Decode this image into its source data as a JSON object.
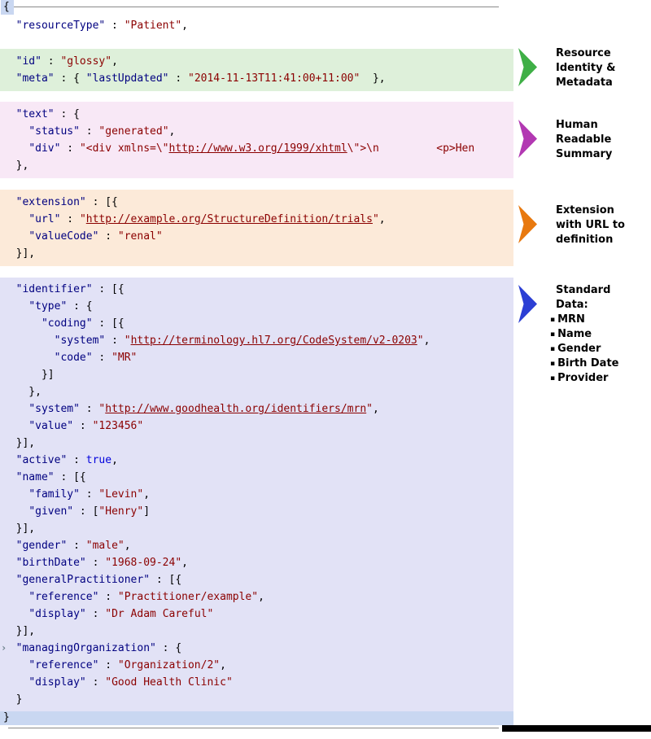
{
  "colors": {
    "json_key": "#000080",
    "json_string": "#8b0000",
    "json_punct": "#000000",
    "json_keyword": "#0000dd",
    "highlight_identity": "#def0da",
    "highlight_narrative": "#f8e8f6",
    "highlight_extension": "#fcead9",
    "highlight_standard": "#e2e2f6",
    "brace_highlight": "#c9d7f1",
    "arrow_identity": "#3faf46",
    "arrow_narrative": "#b238b2",
    "arrow_extension": "#e8790f",
    "arrow_standard": "#2c3fd4"
  },
  "icons": {
    "link_marker": "›",
    "bullet": "▪"
  },
  "code": {
    "open_brace": "{",
    "close_brace": "}",
    "sections": [
      {
        "name": "root",
        "bg": null,
        "lines": [
          {
            "t": [
              [
                "p",
                "  "
              ],
              [
                "k",
                "\"resourceType\""
              ],
              [
                "p",
                " : "
              ],
              [
                "v",
                "\"Patient\""
              ],
              [
                "p",
                ","
              ]
            ]
          }
        ]
      },
      {
        "name": "identity",
        "bg": "highlight_identity",
        "lines": [
          {
            "t": [
              [
                "p",
                "  "
              ],
              [
                "k",
                "\"id\""
              ],
              [
                "p",
                " : "
              ],
              [
                "v",
                "\"glossy\""
              ],
              [
                "p",
                ","
              ]
            ]
          },
          {
            "t": [
              [
                "p",
                "  "
              ],
              [
                "k",
                "\"meta\""
              ],
              [
                "p",
                " : { "
              ],
              [
                "k",
                "\"lastUpdated\""
              ],
              [
                "p",
                " : "
              ],
              [
                "v",
                "\"2014-11-13T11:41:00+11:00\""
              ],
              [
                "p",
                "  },"
              ]
            ]
          }
        ]
      },
      {
        "name": "narrative",
        "bg": "highlight_narrative",
        "lines": [
          {
            "t": [
              [
                "p",
                "  "
              ],
              [
                "k",
                "\"text\""
              ],
              [
                "p",
                " : {"
              ]
            ]
          },
          {
            "t": [
              [
                "p",
                "    "
              ],
              [
                "k",
                "\"status\""
              ],
              [
                "p",
                " : "
              ],
              [
                "v",
                "\"generated\""
              ],
              [
                "p",
                ","
              ]
            ]
          },
          {
            "t": [
              [
                "p",
                "    "
              ],
              [
                "k",
                "\"div\""
              ],
              [
                "p",
                " : "
              ],
              [
                "v",
                "\"<div xmlns=\\\""
              ],
              [
                "u",
                "http://www.w3.org/1999/xhtml"
              ],
              [
                "v",
                "\\\">\\n         <p>Hen"
              ]
            ]
          },
          {
            "t": [
              [
                "p",
                "  },"
              ]
            ]
          }
        ]
      },
      {
        "name": "extension",
        "bg": "highlight_extension",
        "lines": [
          {
            "t": [
              [
                "p",
                "  "
              ],
              [
                "k",
                "\"extension\""
              ],
              [
                "p",
                " : [{"
              ]
            ]
          },
          {
            "t": [
              [
                "p",
                "    "
              ],
              [
                "k",
                "\"url\""
              ],
              [
                "p",
                " : "
              ],
              [
                "v",
                "\""
              ],
              [
                "u",
                "http://example.org/StructureDefinition/trials"
              ],
              [
                "v",
                "\""
              ],
              [
                "p",
                ","
              ]
            ]
          },
          {
            "t": [
              [
                "p",
                "    "
              ],
              [
                "k",
                "\"valueCode\""
              ],
              [
                "p",
                " : "
              ],
              [
                "v",
                "\"renal\""
              ]
            ]
          },
          {
            "t": [
              [
                "p",
                "  }],"
              ]
            ]
          }
        ]
      },
      {
        "name": "standard-data",
        "bg": "highlight_standard",
        "lines": [
          {
            "t": [
              [
                "p",
                "  "
              ],
              [
                "k",
                "\"identifier\""
              ],
              [
                "p",
                " : [{"
              ]
            ]
          },
          {
            "t": [
              [
                "p",
                "    "
              ],
              [
                "k",
                "\"type\""
              ],
              [
                "p",
                " : {"
              ]
            ]
          },
          {
            "t": [
              [
                "p",
                "      "
              ],
              [
                "k",
                "\"coding\""
              ],
              [
                "p",
                " : [{"
              ]
            ]
          },
          {
            "t": [
              [
                "p",
                "        "
              ],
              [
                "k",
                "\"system\""
              ],
              [
                "p",
                " : "
              ],
              [
                "v",
                "\""
              ],
              [
                "u",
                "http://terminology.hl7.org/CodeSystem/v2-0203"
              ],
              [
                "v",
                "\""
              ],
              [
                "p",
                ","
              ]
            ]
          },
          {
            "t": [
              [
                "p",
                "        "
              ],
              [
                "k",
                "\"code\""
              ],
              [
                "p",
                " : "
              ],
              [
                "v",
                "\"MR\""
              ]
            ]
          },
          {
            "t": [
              [
                "p",
                "      }]"
              ]
            ]
          },
          {
            "t": [
              [
                "p",
                "    },"
              ]
            ]
          },
          {
            "t": [
              [
                "p",
                "    "
              ],
              [
                "k",
                "\"system\""
              ],
              [
                "p",
                " : "
              ],
              [
                "v",
                "\""
              ],
              [
                "u",
                "http://www.goodhealth.org/identifiers/mrn"
              ],
              [
                "v",
                "\""
              ],
              [
                "p",
                ","
              ]
            ]
          },
          {
            "t": [
              [
                "p",
                "    "
              ],
              [
                "k",
                "\"value\""
              ],
              [
                "p",
                " : "
              ],
              [
                "v",
                "\"123456\""
              ]
            ]
          },
          {
            "t": [
              [
                "p",
                "  }],"
              ]
            ]
          },
          {
            "t": [
              [
                "p",
                "  "
              ],
              [
                "k",
                "\"active\""
              ],
              [
                "p",
                " : "
              ],
              [
                "b",
                "true"
              ],
              [
                "p",
                ","
              ]
            ]
          },
          {
            "t": [
              [
                "p",
                "  "
              ],
              [
                "k",
                "\"name\""
              ],
              [
                "p",
                " : [{"
              ]
            ]
          },
          {
            "t": [
              [
                "p",
                "    "
              ],
              [
                "k",
                "\"family\""
              ],
              [
                "p",
                " : "
              ],
              [
                "v",
                "\"Levin\""
              ],
              [
                "p",
                ","
              ]
            ]
          },
          {
            "t": [
              [
                "p",
                "    "
              ],
              [
                "k",
                "\"given\""
              ],
              [
                "p",
                " : ["
              ],
              [
                "v",
                "\"Henry\""
              ],
              [
                "p",
                "]"
              ]
            ]
          },
          {
            "t": [
              [
                "p",
                "  }],"
              ]
            ]
          },
          {
            "t": [
              [
                "p",
                "  "
              ],
              [
                "k",
                "\"gender\""
              ],
              [
                "p",
                " : "
              ],
              [
                "v",
                "\"male\""
              ],
              [
                "p",
                ","
              ]
            ]
          },
          {
            "t": [
              [
                "p",
                "  "
              ],
              [
                "k",
                "\"birthDate\""
              ],
              [
                "p",
                " : "
              ],
              [
                "v",
                "\"1968-09-24\""
              ],
              [
                "p",
                ","
              ]
            ]
          },
          {
            "t": [
              [
                "p",
                "  "
              ],
              [
                "k",
                "\"generalPractitioner\""
              ],
              [
                "p",
                " : [{"
              ]
            ]
          },
          {
            "t": [
              [
                "p",
                "    "
              ],
              [
                "k",
                "\"reference\""
              ],
              [
                "p",
                " : "
              ],
              [
                "v",
                "\"Practitioner/example\""
              ],
              [
                "p",
                ","
              ]
            ]
          },
          {
            "t": [
              [
                "p",
                "    "
              ],
              [
                "k",
                "\"display\""
              ],
              [
                "p",
                " : "
              ],
              [
                "v",
                "\"Dr Adam Careful\""
              ]
            ]
          },
          {
            "t": [
              [
                "p",
                "  }],"
              ]
            ]
          },
          {
            "marker": true,
            "t": [
              [
                "p",
                "  "
              ],
              [
                "k",
                "\"managingOrganization\""
              ],
              [
                "p",
                " : {"
              ]
            ]
          },
          {
            "t": [
              [
                "p",
                "    "
              ],
              [
                "k",
                "\"reference\""
              ],
              [
                "p",
                " : "
              ],
              [
                "v",
                "\"Organization/2\""
              ],
              [
                "p",
                ","
              ]
            ]
          },
          {
            "t": [
              [
                "p",
                "    "
              ],
              [
                "k",
                "\"display\""
              ],
              [
                "p",
                " : "
              ],
              [
                "v",
                "\"Good Health Clinic\""
              ]
            ]
          },
          {
            "t": [
              [
                "p",
                "  }"
              ]
            ]
          }
        ]
      }
    ]
  },
  "annotations": {
    "identity": {
      "line1": "Resource",
      "line2": "Identity &",
      "line3": "Metadata"
    },
    "narrative": {
      "line1": "Human",
      "line2": "Readable",
      "line3": "Summary"
    },
    "extension": {
      "line1": "Extension",
      "line2": "with URL to",
      "line3": "definition"
    },
    "standard": {
      "line1": "Standard",
      "line2": "Data:",
      "bullets": [
        "MRN",
        "Name",
        "Gender",
        "Birth Date",
        "Provider"
      ]
    }
  }
}
